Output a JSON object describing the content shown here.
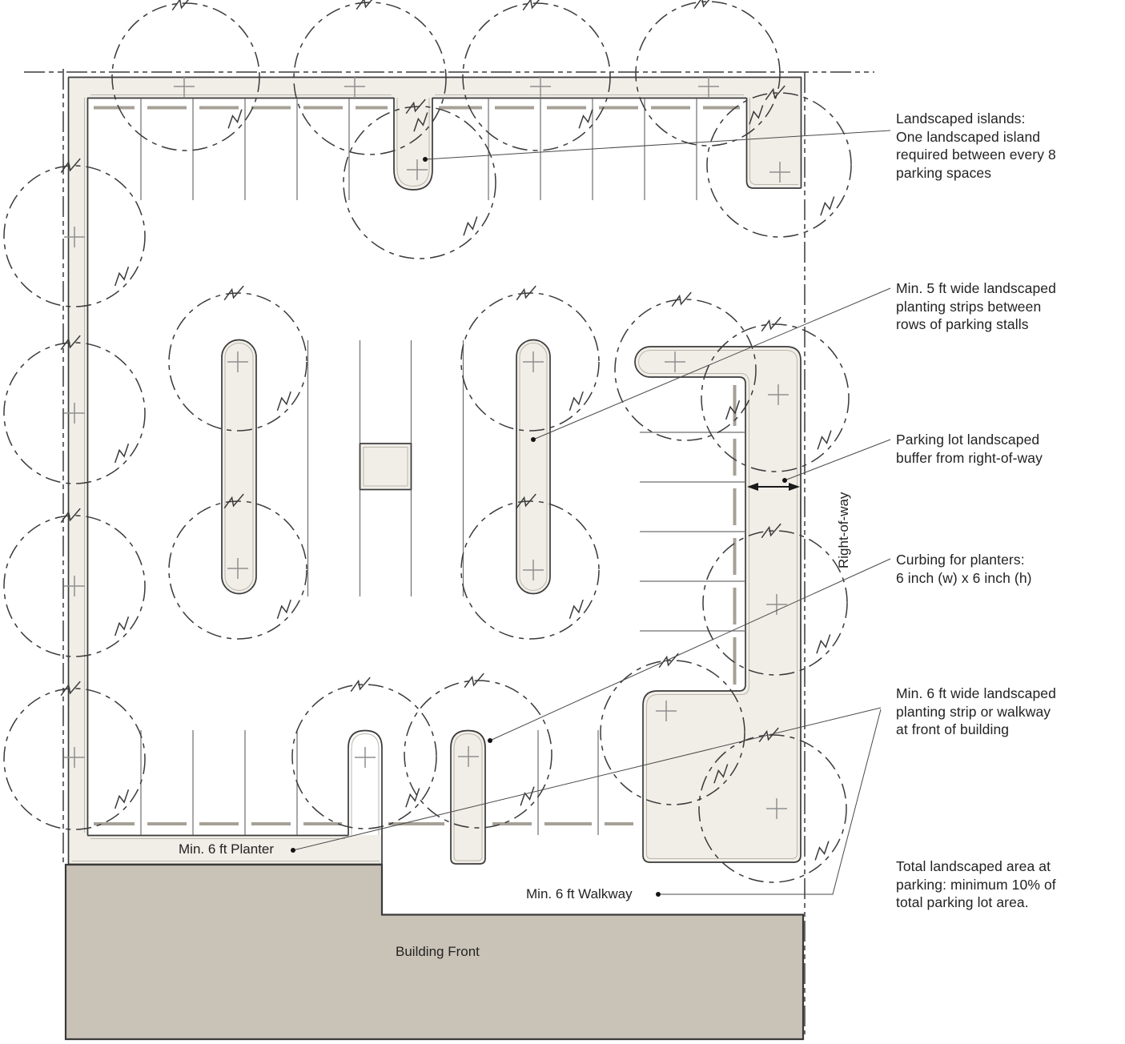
{
  "title": "Parking lot landscaping requirements site plan",
  "colors": {
    "paper": "#ffffff",
    "ink": "#3a3a3a",
    "land": "#f1eee8",
    "bldg": "#c9c2b7",
    "thin": "#bcb6ab",
    "stall": "#6f6f6f",
    "stop": "#a6a096",
    "plus": "#8f8f8f",
    "leader": "#4a4a4a",
    "text": "#232323"
  },
  "plan_labels": {
    "planter": "Min. 6 ft Planter",
    "walkway": "Min. 6 ft Walkway",
    "building_front": "Building Front",
    "right_of_way": "Right-of-way"
  },
  "annotations": {
    "landscaped_islands": "Landscaped islands:\nOne landscaped island\nrequired between every 8\nparking spaces",
    "planting_strips": "Min. 5 ft wide landscaped\nplanting strips between\nrows of parking stalls",
    "row_buffer": "Parking lot landscaped\nbuffer from right-of-way",
    "curbing": "Curbing for planters:\n6 inch (w)  x 6 inch (h)",
    "front_strip": "Min. 6 ft wide landscaped\nplanting strip or walkway\nat front of building",
    "total_area": "Total landscaped area at\nparking: minimum 10% of\ntotal parking lot area."
  }
}
